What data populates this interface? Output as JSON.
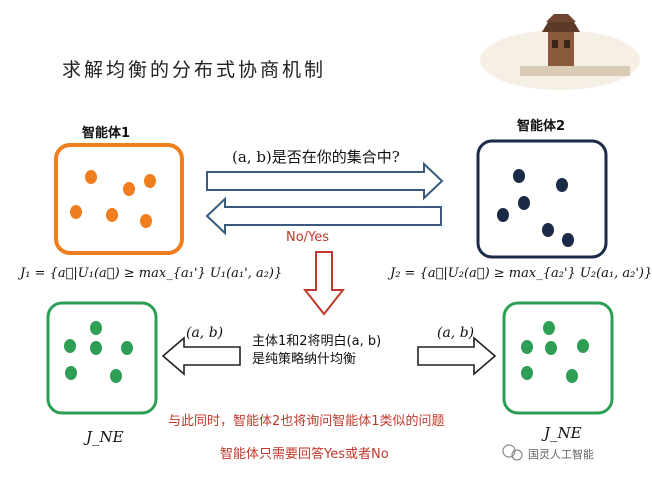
{
  "title": "求解均衡的分布式协商机制",
  "agent1_label": "智能体1",
  "agent2_label": "智能体2",
  "question": "(a, b)是否在你的集合中?",
  "answer": "No/Yes",
  "j1_formula": "J₁ = {a⃗|U₁(a⃗) ≥ max_{a₁'} U₁(a₁', a₂)}",
  "j2_formula": "J₂ = {a⃗|U₂(a⃗) ≥ max_{a₂'} U₂(a₁, a₂')}",
  "pair_left": "(a, b)",
  "pair_right": "(a, b)",
  "center_text_line1": "主体1和2将明白(a, b)",
  "center_text_line2": "是纯策略纳什均衡",
  "note_line1": "与此同时，智能体2也将询问智能体1类似的问题",
  "note_line2": "智能体只需要回答Yes或者No",
  "jne_left": "J_NE",
  "jne_right": "J_NE",
  "watermark": "国灵人工智能",
  "colors": {
    "agent1": "#f07d1e",
    "agent2": "#1b2a47",
    "ne": "#2e9e55",
    "arrow_blue": "#3a5a80",
    "arrow_red": "#c0392b",
    "text_red": "#c0392b"
  }
}
